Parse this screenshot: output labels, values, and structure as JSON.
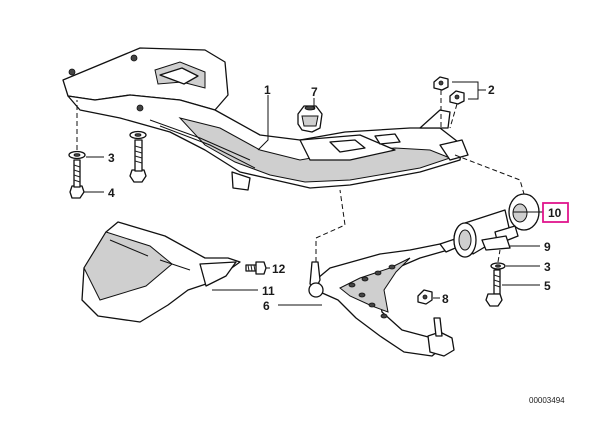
{
  "diagram": {
    "reference_number": "00003494",
    "callouts": {
      "c1": "1",
      "c2": "2",
      "c3": "3",
      "c4": "4",
      "c5": "5",
      "c6": "6",
      "c7": "7",
      "c8": "8",
      "c9": "9",
      "c10": "10",
      "c11": "11",
      "c12": "12",
      "c3b": "3"
    },
    "highlight": {
      "callout": "10",
      "color": "#e0148c"
    }
  }
}
